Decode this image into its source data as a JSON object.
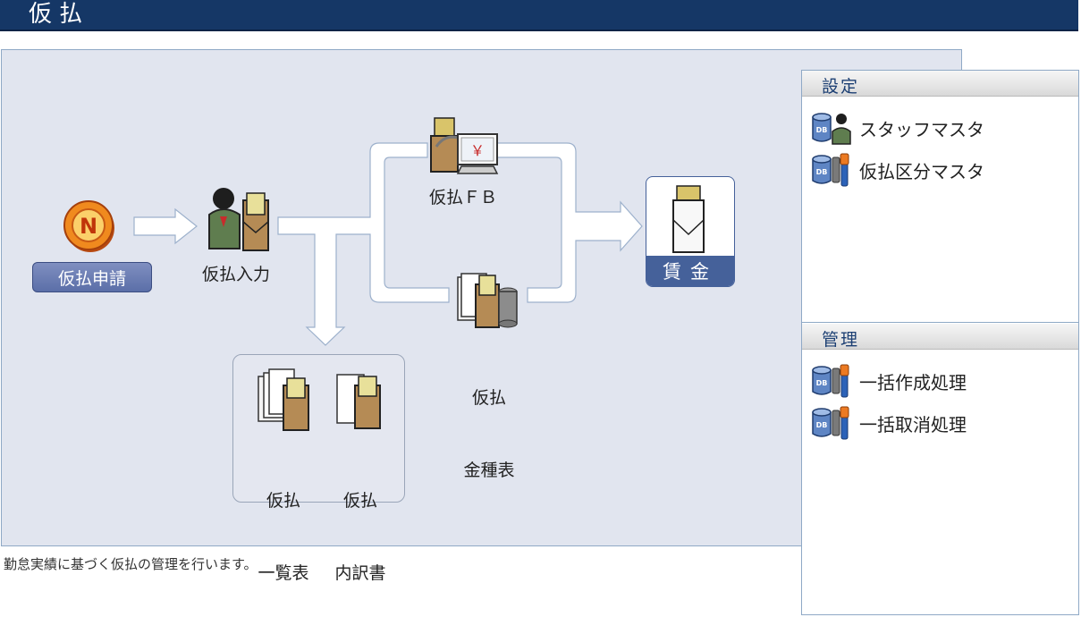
{
  "header": {
    "title": "仮払"
  },
  "flow": {
    "apply_label": "仮払申請",
    "input_label": "仮払入力",
    "fb_label": "仮払ＦＢ",
    "kinshu_label_1": "仮払",
    "kinshu_label_2": "金種表",
    "wage_label": "賃金",
    "list_label_1": "仮払",
    "list_label_2": "一覧表",
    "detail_label_1": "仮払",
    "detail_label_2": "内訳書",
    "yen_symbol": "￥",
    "logo_letter": "N"
  },
  "description": "勤怠実績に基づく仮払の管理を行います。",
  "side": {
    "settings_title": "設定",
    "settings_items": [
      {
        "label": "スタッフマスタ",
        "icon": "db-staff-icon"
      },
      {
        "label": "仮払区分マスタ",
        "icon": "db-tools-icon"
      }
    ],
    "admin_title": "管理",
    "admin_items": [
      {
        "label": "一括作成処理",
        "icon": "db-tools-icon"
      },
      {
        "label": "一括取消処理",
        "icon": "db-tools-icon"
      }
    ],
    "db_text": "DB"
  },
  "colors": {
    "header_bg": "#153766",
    "panel_bg": "#e1e5ef",
    "accent": "#45619a",
    "button": "#5b6fa8"
  }
}
